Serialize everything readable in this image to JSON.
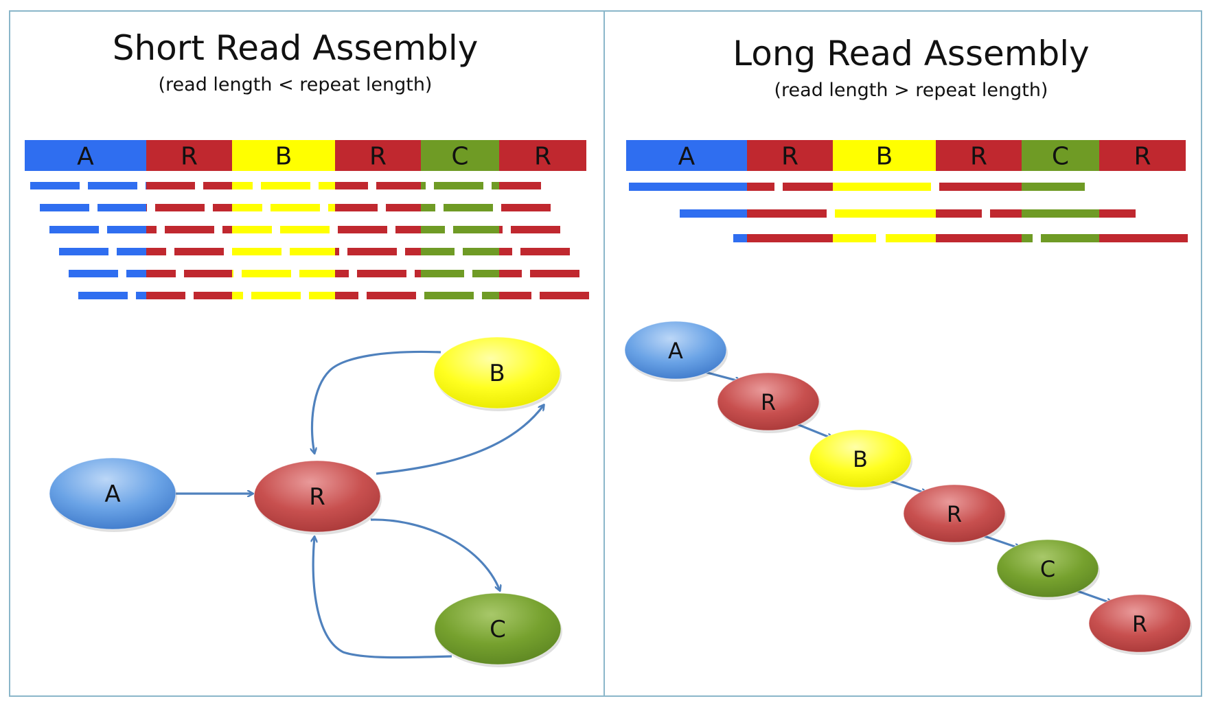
{
  "colors": {
    "A": "#2f6ef0",
    "R": "#c0282f",
    "B": "#ffff00",
    "C": "#6f9b25",
    "panel_border": "#8ab6c9",
    "edge": "#4f81bd"
  },
  "panels": [
    {
      "id": "short",
      "title": "Short Read Assembly",
      "subtitle": "(read length < repeat length)",
      "genome": [
        {
          "label": "A",
          "kind": "A"
        },
        {
          "label": "R",
          "kind": "R"
        },
        {
          "label": "B",
          "kind": "B"
        },
        {
          "label": "R",
          "kind": "R"
        },
        {
          "label": "C",
          "kind": "C"
        },
        {
          "label": "R",
          "kind": "R"
        }
      ],
      "nodes": [
        {
          "id": "A",
          "label": "A",
          "kind": "A"
        },
        {
          "id": "R",
          "label": "R",
          "kind": "R"
        },
        {
          "id": "B",
          "label": "B",
          "kind": "B"
        },
        {
          "id": "C",
          "label": "C",
          "kind": "C"
        }
      ],
      "edges": [
        {
          "from": "A",
          "to": "R"
        },
        {
          "from": "R",
          "to": "B"
        },
        {
          "from": "B",
          "to": "R"
        },
        {
          "from": "R",
          "to": "C"
        },
        {
          "from": "C",
          "to": "R"
        }
      ]
    },
    {
      "id": "long",
      "title": "Long Read Assembly",
      "subtitle": "(read length > repeat length)",
      "genome": [
        {
          "label": "A",
          "kind": "A"
        },
        {
          "label": "R",
          "kind": "R"
        },
        {
          "label": "B",
          "kind": "B"
        },
        {
          "label": "R",
          "kind": "R"
        },
        {
          "label": "C",
          "kind": "C"
        },
        {
          "label": "R",
          "kind": "R"
        }
      ],
      "nodes": [
        {
          "id": "A",
          "label": "A",
          "kind": "A"
        },
        {
          "id": "R1",
          "label": "R",
          "kind": "R"
        },
        {
          "id": "B",
          "label": "B",
          "kind": "B"
        },
        {
          "id": "R2",
          "label": "R",
          "kind": "R"
        },
        {
          "id": "C",
          "label": "C",
          "kind": "C"
        },
        {
          "id": "R3",
          "label": "R",
          "kind": "R"
        }
      ],
      "edges": [
        {
          "from": "A",
          "to": "R1"
        },
        {
          "from": "R1",
          "to": "B"
        },
        {
          "from": "B",
          "to": "R2"
        },
        {
          "from": "R2",
          "to": "C"
        },
        {
          "from": "C",
          "to": "R3"
        }
      ]
    }
  ]
}
